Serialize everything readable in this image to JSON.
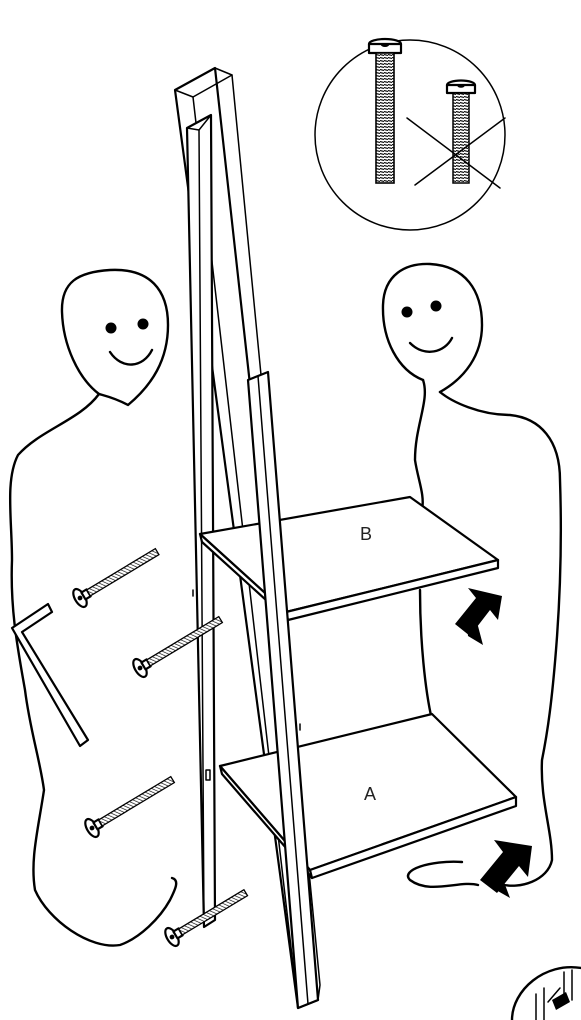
{
  "shelves": {
    "upper_label": "B",
    "lower_label": "A"
  },
  "icons": {
    "left_person": "person-figure-icon",
    "right_person": "person-figure-icon",
    "frame": "ladder-frame-icon",
    "allen_key": "allen-key-icon",
    "bolts": "bolt-icon",
    "push_arrows": "arrow-up-right-icon",
    "detail_circle": "screw-comparison-icon",
    "corner_detail": "detail-magnifier-icon"
  },
  "detail": {
    "long_bolt": "correct",
    "short_bolt": "incorrect"
  }
}
